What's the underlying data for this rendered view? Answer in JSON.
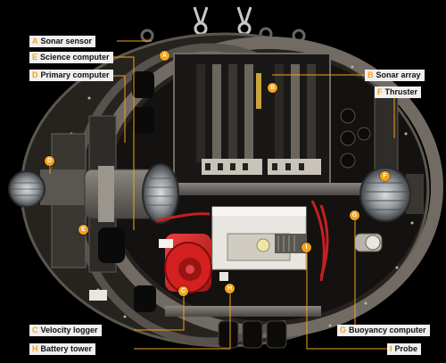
{
  "accent_color": "#f5a21a",
  "labels": {
    "A": {
      "key": "A",
      "name": "Sonar sensor"
    },
    "E": {
      "key": "E",
      "name": "Science computer"
    },
    "D": {
      "key": "D",
      "name": "Primary computer"
    },
    "B": {
      "key": "B",
      "name": "Sonar array"
    },
    "F": {
      "key": "F",
      "name": "Thruster"
    },
    "C": {
      "key": "C",
      "name": "Velocity logger"
    },
    "H": {
      "key": "H",
      "name": "Battery tower"
    },
    "G": {
      "key": "G",
      "name": "Buoyancy computer"
    },
    "I": {
      "key": "I",
      "name": "Probe"
    }
  },
  "markers": {
    "A": "A",
    "B": "B",
    "C": "C",
    "D": "D",
    "E": "E",
    "F": "F",
    "G": "G",
    "H": "H",
    "I": "I"
  }
}
